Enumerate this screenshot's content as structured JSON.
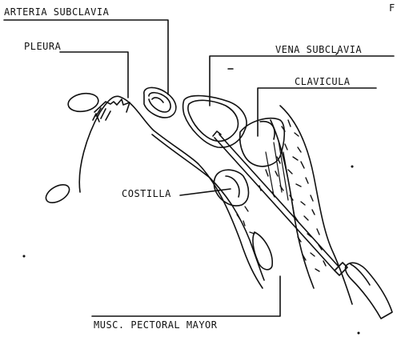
{
  "labels": {
    "arteria_subclavia": "ARTERIA SUBCLAVIA",
    "pleura": "PLEURA",
    "vena_subclavia": "VENA SUBCLAVIA",
    "clavicula": "CLAVICULA",
    "costilla": "COSTILLA",
    "musc_pectoral_mayor": "MUSC. PECTORAL MAYOR",
    "corner_fragment": "F"
  },
  "colors": {
    "ink": "#111111",
    "background": "#ffffff"
  }
}
